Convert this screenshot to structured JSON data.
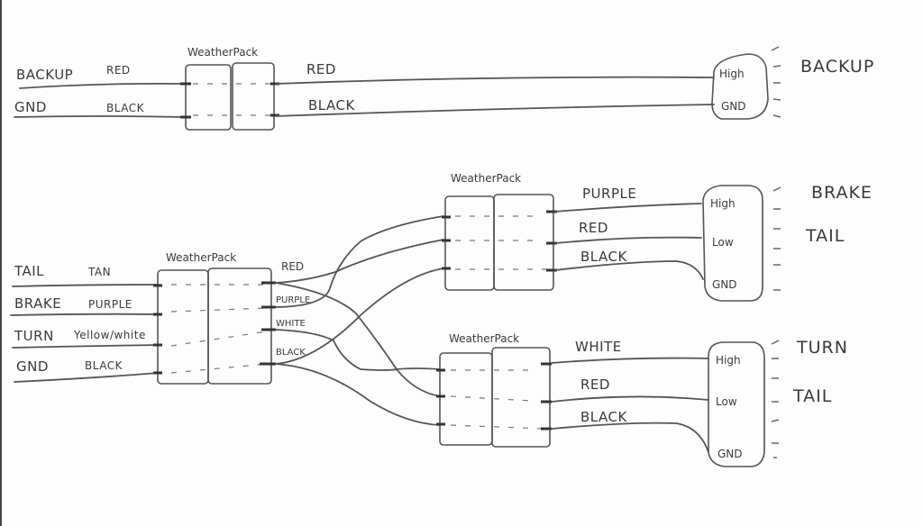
{
  "title": "Trailer light wiring diagram (hand-drawn)",
  "colors": {
    "paper": "#fdfdfd",
    "pencil": "#555555"
  },
  "backup_circuit": {
    "connector_label": "WeatherPack",
    "left_signals": [
      {
        "signal": "BACKUP",
        "wire": "RED"
      },
      {
        "signal": "GND",
        "wire": "BLACK"
      }
    ],
    "right_wires": [
      "RED",
      "BLACK"
    ],
    "lamp_terminals": [
      "High",
      "GND"
    ],
    "lamp_label": "BACKUP"
  },
  "main_circuit": {
    "connector_label": "WeatherPack",
    "left_signals": [
      {
        "signal": "TAIL",
        "wire": "TAN"
      },
      {
        "signal": "BRAKE",
        "wire": "PURPLE"
      },
      {
        "signal": "TURN",
        "wire": "Yellow/white"
      },
      {
        "signal": "GND",
        "wire": "BLACK"
      }
    ],
    "right_wires": [
      "RED",
      "PURPLE",
      "WHITE",
      "BLACK"
    ]
  },
  "brake_lamp": {
    "connector_label": "WeatherPack",
    "wires": [
      "PURPLE",
      "RED",
      "BLACK"
    ],
    "terminals": [
      "High",
      "Low",
      "GND"
    ],
    "labels": [
      "BRAKE",
      "TAIL"
    ]
  },
  "turn_lamp": {
    "connector_label": "WeatherPack",
    "wires": [
      "WHITE",
      "RED",
      "BLACK"
    ],
    "terminals": [
      "High",
      "Low",
      "GND"
    ],
    "labels": [
      "TURN",
      "TAIL"
    ]
  }
}
